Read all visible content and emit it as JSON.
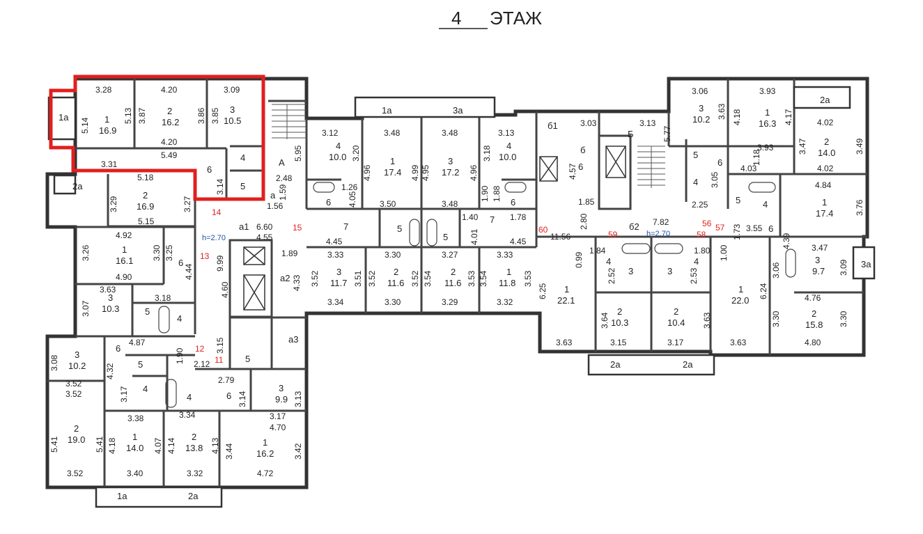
{
  "header": {
    "floor_number": "4",
    "floor_word": "ЭТАЖ"
  },
  "plan": {
    "ceiling_left": "h=2.70",
    "ceiling_right": "h=2.70",
    "labels": {
      "balc_1a_tl": "1а",
      "balc_2a_l": "2а",
      "balc_1a_top": "1а",
      "balc_3a_top": "3а",
      "balc_2a_tr": "2а",
      "balc_3a_r": "3а",
      "balc_1a_bot": "1а",
      "balc_2a_bot": "2а",
      "balc_2a_bm1": "2а",
      "balc_2a_bm2": "2а",
      "stair_A": "А",
      "room_a": "а",
      "room_a1": "а1",
      "room_a2": "а2",
      "room_a3": "а3",
      "room_b": "б",
      "room_B": "Б",
      "room_b1": "б1",
      "room_b2": "б2",
      "r_1_169": "1",
      "a_169": "16.9",
      "r_2_162": "2",
      "a_162": "16.2",
      "r_3_105": "3",
      "a_105": "10.5",
      "r_2_169": "2",
      "a_2_169": "16.9",
      "r_1_161": "1",
      "a_161": "16.1",
      "r_3_103": "3",
      "a_103": "10.3",
      "r_3_102l": "3",
      "a_102l": "10.2",
      "r_2_190": "2",
      "a_190": "19.0",
      "r_1_140": "1",
      "a_140": "14.0",
      "r_2_138": "2",
      "a_138": "13.8",
      "r_1_162b": "1",
      "a_162b": "16.2",
      "r_3_99": "3",
      "a_99": "9.9",
      "r_4_100l": "4",
      "a_100l": "10.0",
      "r_1_174": "1",
      "a_174": "17.4",
      "r_3_172": "3",
      "a_172": "17.2",
      "r_4_100r": "4",
      "a_100r": "10.0",
      "r_3_117": "3",
      "a_117": "11.7",
      "r_2_116a": "2",
      "a_116a": "11.6",
      "r_2_116b": "2",
      "a_116b": "11.6",
      "r_1_118": "1",
      "a_118": "11.8",
      "r_3_102r": "3",
      "a_102r": "10.2",
      "r_1_163": "1",
      "a_163": "16.3",
      "r_2_140": "2",
      "a_140r": "14.0",
      "r_1_174r": "1",
      "a_174r": "17.4",
      "r_3_97": "3",
      "a_97": "9.7",
      "r_2_158": "2",
      "a_158": "15.8",
      "r_1_221": "1",
      "a_221": "22.1",
      "r_1_220": "1",
      "a_220": "22.0",
      "r_2_103": "2",
      "a_103r": "10.3",
      "r_2_104": "2",
      "a_104": "10.4",
      "n_4": "4",
      "n_5": "5",
      "n_6": "6",
      "n_7": "7",
      "red_14": "14",
      "red_15": "15",
      "red_13": "13",
      "red_12": "12",
      "red_11": "11",
      "red_60": "60",
      "red_59": "59",
      "red_56": "56",
      "red_58": "58",
      "red_57": "57",
      "d_328": "3.28",
      "d_420": "4.20",
      "d_309": "3.09",
      "d_513": "5.13",
      "d_387": "3.87",
      "d_386": "3.86",
      "d_385": "3.85",
      "d_514": "5.14",
      "d_420b": "4.20",
      "d_549": "5.49",
      "d_331": "3.31",
      "d_595": "5.95",
      "d_248": "2.48",
      "d_159": "1.59",
      "d_156": "1.56",
      "d_314": "3.14",
      "d_518": "5.18",
      "d_329": "3.29",
      "d_327": "3.27",
      "d_515": "5.15",
      "d_660": "6.60",
      "d_455": "4.55",
      "d_492": "4.92",
      "d_326": "3.26",
      "d_330": "3.30",
      "d_325": "3.25",
      "d_444": "4.44",
      "d_490": "4.90",
      "d_999": "9.99",
      "d_189": "1.89",
      "d_460": "4.60",
      "d_433": "4.33",
      "d_363": "3.63",
      "d_307": "3.07",
      "d_318": "3.18",
      "d_315": "3.15",
      "d_487": "4.87",
      "d_190": "1.90",
      "d_212": "2.12",
      "d_308": "3.08",
      "d_432": "4.32",
      "d_352": "3.52",
      "d_317": "3.17",
      "d_352b": "3.52",
      "d_279": "2.79",
      "d_314b": "3.14",
      "d_313": "3.13",
      "d_317b": "3.17",
      "d_338": "3.38",
      "d_334": "3.34",
      "d_470": "4.70",
      "d_541": "5.41",
      "d_541b": "5.41",
      "d_418": "4.18",
      "d_407": "4.07",
      "d_414": "4.14",
      "d_413": "4.13",
      "d_344": "3.44",
      "d_342": "3.42",
      "d_352c": "3.52",
      "d_340": "3.40",
      "d_332": "3.32",
      "d_472": "4.72",
      "d_312": "3.12",
      "d_348": "3.48",
      "d_348b": "3.48",
      "d_313c": "3.13",
      "d_320": "3.20",
      "d_496": "4.96",
      "d_499": "4.99",
      "d_495": "4.95",
      "d_496b": "4.96",
      "d_318b": "3.18",
      "d_126": "1.26",
      "d_405": "4.05",
      "d_190b": "1.90",
      "d_188": "1.88",
      "d_350": "3.50",
      "d_348c": "3.48",
      "d_140": "1.40",
      "d_178": "1.78",
      "d_401": "4.01",
      "d_445": "4.45",
      "d_445b": "4.45",
      "d_333": "3.33",
      "d_330b": "3.30",
      "d_327b": "3.27",
      "d_333b": "3.33",
      "d_352d": "3.52",
      "d_351": "3.51",
      "d_352e": "3.52",
      "d_352f": "3.52",
      "d_354": "3.54",
      "d_353": "3.53",
      "d_354b": "3.54",
      "d_353b": "3.53",
      "d_334b": "3.34",
      "d_330c": "3.30",
      "d_329b": "3.29",
      "d_332b": "3.32",
      "d_306": "3.06",
      "d_393": "3.93",
      "d_303": "3.03",
      "d_313d": "3.13",
      "d_577": "5.77",
      "d_363b": "3.63",
      "d_418b": "4.18",
      "d_417": "4.17",
      "d_402": "4.02",
      "d_393b": "3.93",
      "d_347": "3.47",
      "d_349": "3.49",
      "d_457": "4.57",
      "d_305": "3.05",
      "d_118": "1.18",
      "d_403": "4.03",
      "d_402b": "4.02",
      "d_484": "4.84",
      "d_376": "3.76",
      "d_185": "1.85",
      "d_280": "2.80",
      "d_225": "2.25",
      "d_173": "1.73",
      "d_355": "3.55",
      "d_439": "4.39",
      "d_1156": "11.56",
      "d_782": "7.82",
      "d_347b": "3.47",
      "d_184": "1.84",
      "d_180": "1.80",
      "d_099": "0.99",
      "d_100": "1.00",
      "d_252": "2.52",
      "d_253": "2.53",
      "d_625": "6.25",
      "d_624": "6.24",
      "d_306b": "3.06",
      "d_309b": "3.09",
      "d_476": "4.76",
      "d_364": "3.64",
      "d_363c": "3.63",
      "d_330d": "3.30",
      "d_330e": "3.30",
      "d_363d": "3.63",
      "d_315b": "3.15",
      "d_317c": "3.17",
      "d_363e": "3.63",
      "d_480": "4.80"
    }
  }
}
